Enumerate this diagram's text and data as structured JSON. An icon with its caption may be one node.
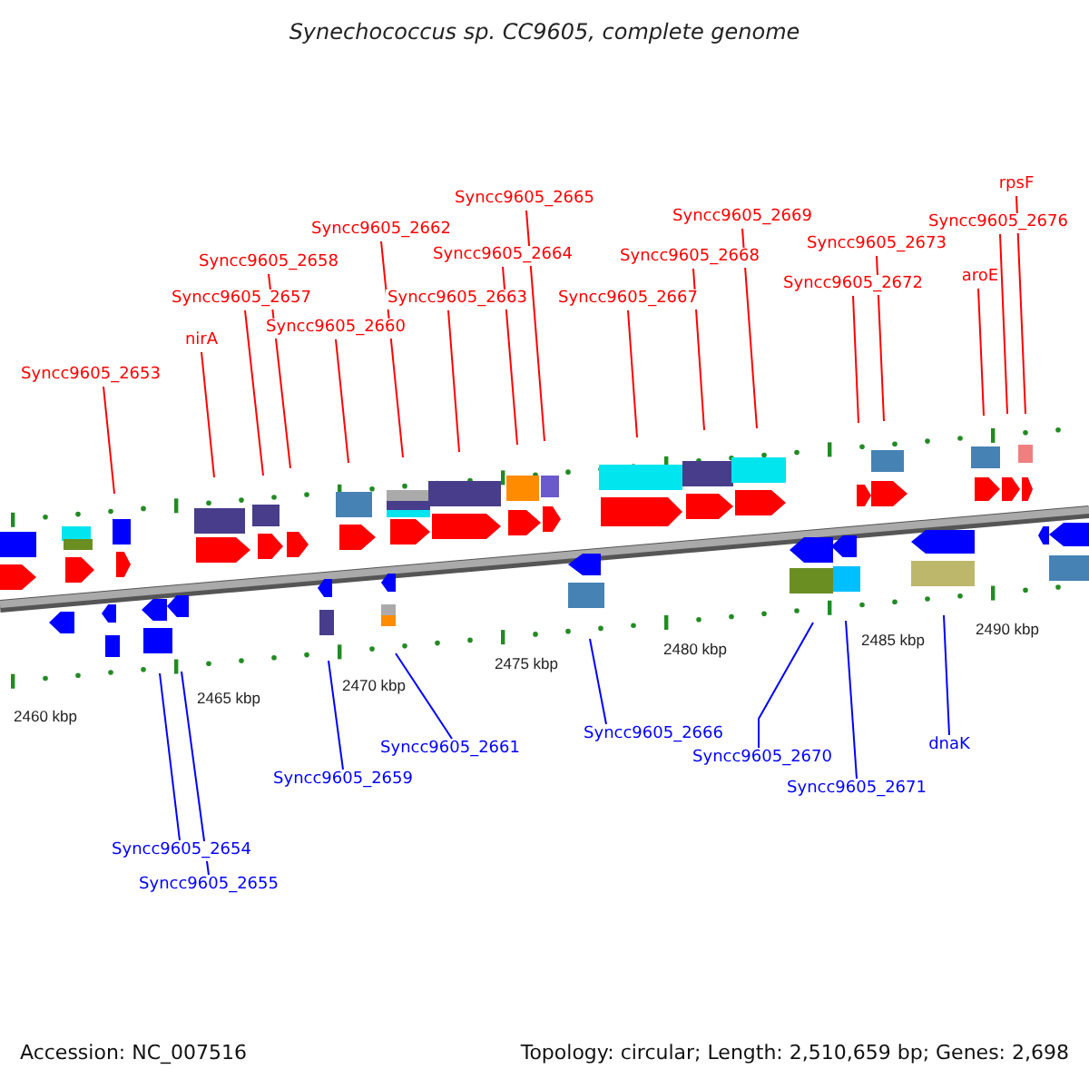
{
  "diagram": {
    "title": "Synechococcus sp. CC9605, complete genome",
    "nodes": [
      {
        "text": [
          "Syncc9605_2653"
        ]
      },
      {
        "text": [
          "nirA"
        ]
      },
      {
        "text": [
          "Syncc9605_2657"
        ]
      },
      {
        "text": [
          "Syncc9605_2658"
        ]
      },
      {
        "text": [
          "Syncc9605_2660"
        ]
      },
      {
        "text": [
          "Syncc9605_2662"
        ]
      },
      {
        "text": [
          "Syncc9605_2663"
        ]
      },
      {
        "text": [
          "Syncc9605_2664"
        ]
      },
      {
        "text": [
          "Syncc9605_2665"
        ]
      },
      {
        "text": [
          "Syncc9605_2667"
        ]
      },
      {
        "text": [
          "Syncc9605_2668"
        ]
      },
      {
        "text": [
          "Syncc9605_2669"
        ]
      },
      {
        "text": [
          "Syncc9605_2672"
        ]
      },
      {
        "text": [
          "Syncc9605_2673"
        ]
      },
      {
        "text": [
          "aroE"
        ]
      },
      {
        "text": [
          "Syncc9605_2676"
        ]
      },
      {
        "text": [
          "rpsF"
        ]
      },
      {
        "text": [
          "Syncc9605_2654"
        ]
      },
      {
        "text": [
          "Syncc9605_2655"
        ]
      },
      {
        "text": [
          "Syncc9605_2659"
        ]
      },
      {
        "text": [
          "Syncc9605_2661"
        ]
      },
      {
        "text": [
          "Syncc9605_2666"
        ]
      },
      {
        "text": [
          "Syncc9605_2670"
        ]
      },
      {
        "text": [
          "Syncc9605_2671"
        ]
      },
      {
        "text": [
          "dnaK"
        ]
      }
    ],
    "edges": [
      {
        "from": 0,
        "to": null,
        "arrow": "none"
      },
      {
        "from": 1,
        "to": null,
        "arrow": "none"
      },
      {
        "from": 2,
        "to": null,
        "arrow": "none"
      },
      {
        "from": 3,
        "to": null,
        "arrow": "none"
      },
      {
        "from": 4,
        "to": null,
        "arrow": "none"
      },
      {
        "from": 5,
        "to": null,
        "arrow": "none"
      },
      {
        "from": 6,
        "to": null,
        "arrow": "none"
      },
      {
        "from": 7,
        "to": null,
        "arrow": "none"
      },
      {
        "from": 8,
        "to": null,
        "arrow": "none"
      },
      {
        "from": 9,
        "to": null,
        "arrow": "none"
      },
      {
        "from": 10,
        "to": null,
        "arrow": "none"
      },
      {
        "from": 11,
        "to": null,
        "arrow": "none"
      },
      {
        "from": 12,
        "to": null,
        "arrow": "none"
      },
      {
        "from": 13,
        "to": null,
        "arrow": "none"
      },
      {
        "from": 14,
        "to": null,
        "arrow": "none"
      },
      {
        "from": 15,
        "to": null,
        "arrow": "none"
      },
      {
        "from": 16,
        "to": null,
        "arrow": "none"
      },
      {
        "from": 17,
        "to": null,
        "arrow": "none",
        "color": "#0000ff"
      },
      {
        "from": 18,
        "to": null,
        "arrow": "none",
        "color": "#0000ff"
      },
      {
        "from": 19,
        "to": null,
        "arrow": "none",
        "color": "#0000ff"
      },
      {
        "from": 20,
        "to": null,
        "arrow": "none",
        "color": "#0000ff"
      },
      {
        "from": 21,
        "to": null,
        "arrow": "none",
        "color": "#0000ff"
      },
      {
        "from": 22,
        "to": null,
        "arrow": "none",
        "color": "#0000ff"
      },
      {
        "from": 23,
        "to": null,
        "arrow": "none",
        "color": "#0000ff"
      },
      {
        "from": 24,
        "to": null,
        "arrow": "none",
        "color": "#0000ff"
      }
    ],
    "labels": [
      "2460 kbp",
      "2465 kbp",
      "2470 kbp",
      "2475 kbp",
      "2480 kbp",
      "2485 kbp",
      "2490 kbp",
      "Accession: NC_007516",
      "Topology: circular; Length: 2,510,659 bp; Genes: 2,698"
    ]
  }
}
